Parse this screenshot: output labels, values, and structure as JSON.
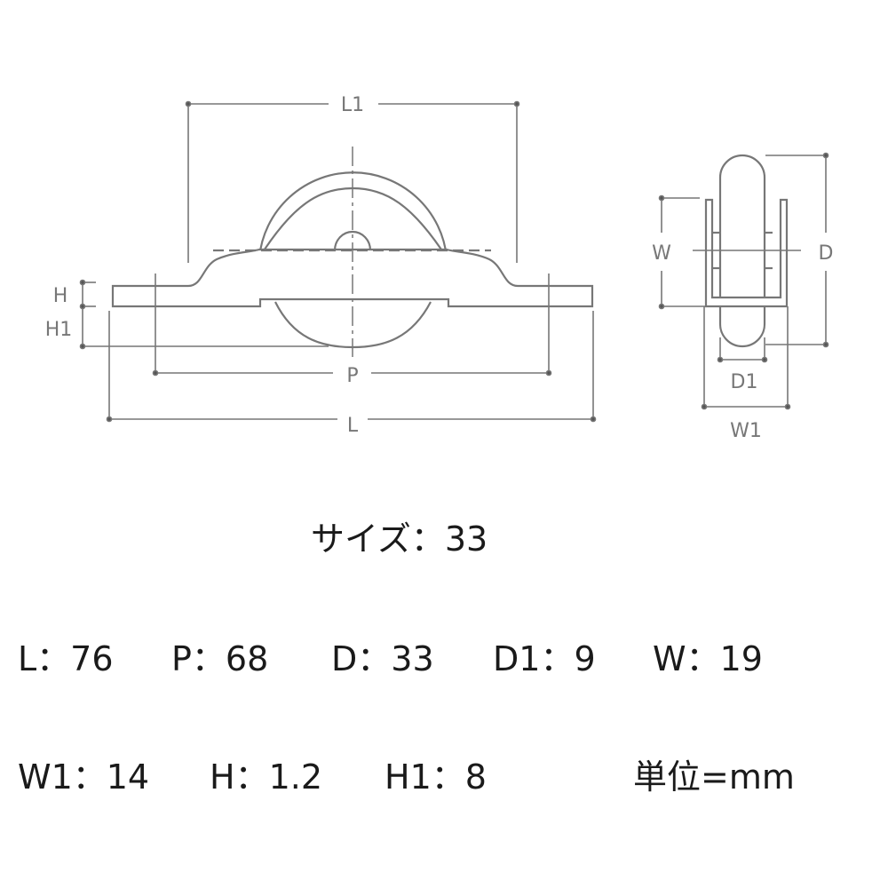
{
  "diagram": {
    "front_labels": {
      "L1": "L1",
      "H": "H",
      "H1": "H1",
      "P": "P",
      "L": "L"
    },
    "side_labels": {
      "W": "W",
      "D": "D",
      "D1": "D1",
      "W1": "W1"
    },
    "line_color": "#777777"
  },
  "specs": {
    "size": "サイズ：33",
    "row1": [
      "L：76",
      "P：68",
      "D：33",
      "D1：9",
      "W：19"
    ],
    "row2": [
      "W1：14",
      "H：1.2",
      "H1：8"
    ],
    "unit": "単位=mm"
  }
}
